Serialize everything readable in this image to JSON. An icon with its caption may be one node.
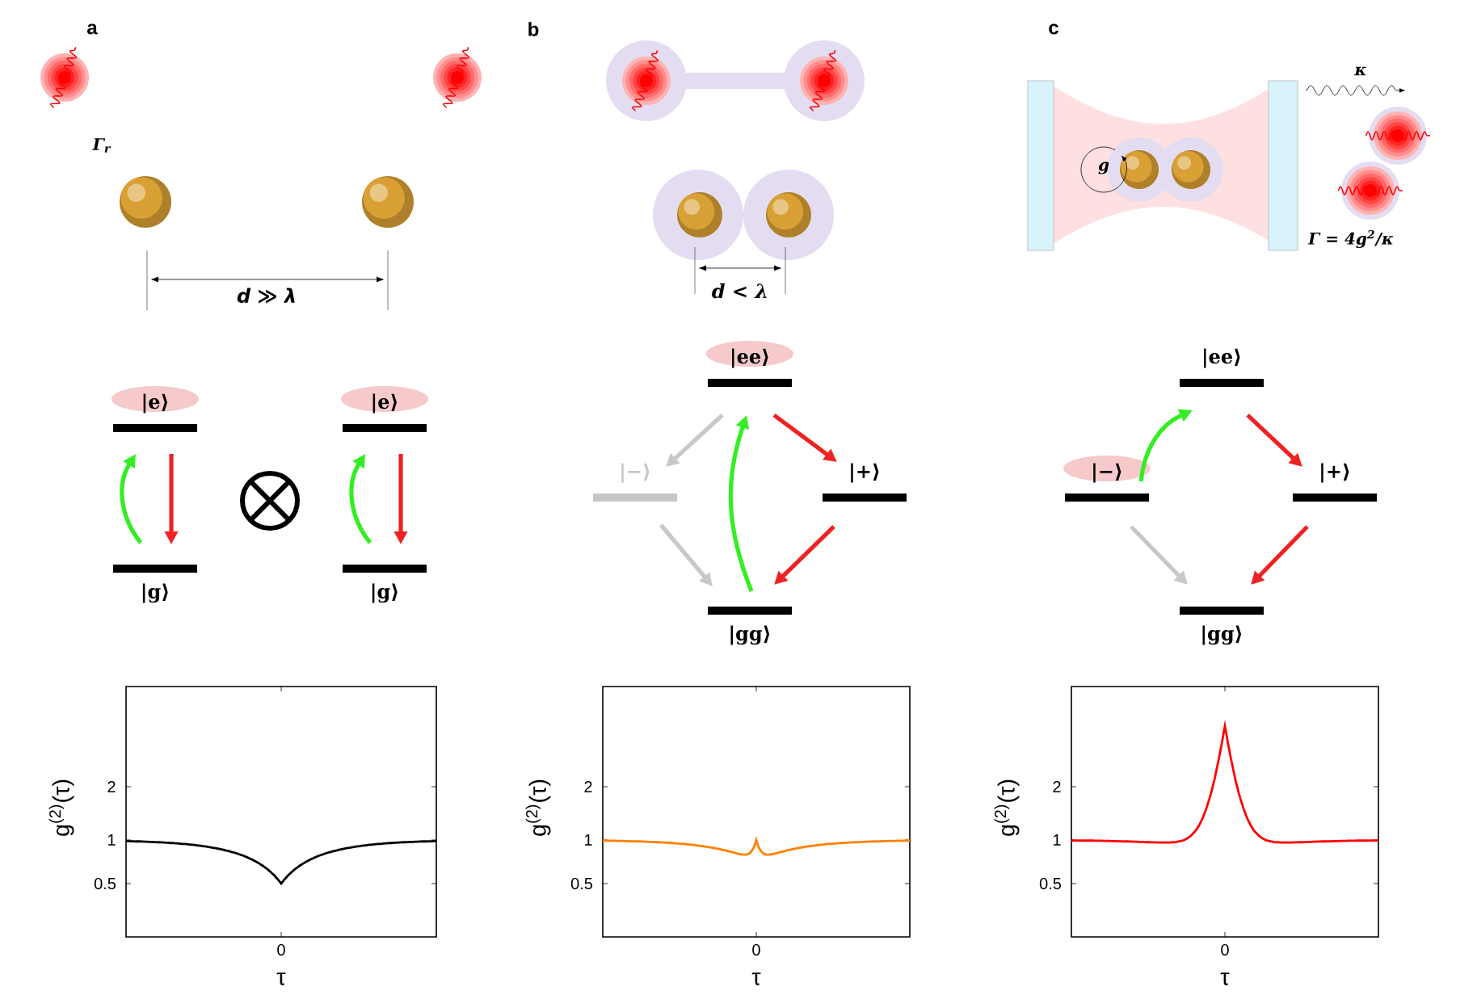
{
  "diagram": {
    "nodes": [
      {
        "text": [
          "|e⟩"
        ]
      },
      {
        "text": [
          "|g⟩"
        ]
      },
      {
        "text": [
          "|e⟩"
        ]
      },
      {
        "text": [
          "|g⟩"
        ]
      },
      {
        "text": [
          "|ee⟩"
        ]
      },
      {
        "text": [
          "|−⟩"
        ]
      },
      {
        "text": [
          "|+⟩"
        ]
      },
      {
        "text": [
          "|gg⟩"
        ]
      },
      {
        "text": [
          "|ee⟩"
        ]
      },
      {
        "text": [
          "|−⟩"
        ]
      },
      {
        "text": [
          "|+⟩"
        ]
      },
      {
        "text": [
          "|gg⟩"
        ]
      }
    ],
    "edges": [
      {
        "from": 1,
        "to": 0,
        "arrow": "to",
        "color": "#33ee22"
      },
      {
        "from": 0,
        "to": 1,
        "arrow": "to"
      },
      {
        "from": 3,
        "to": 2,
        "arrow": "to",
        "color": "#33ee22"
      },
      {
        "from": 2,
        "to": 3,
        "arrow": "to"
      },
      {
        "from": 4,
        "to": 5,
        "arrow": "to",
        "color": "#c8c8c8"
      },
      {
        "from": 5,
        "to": 7,
        "arrow": "to",
        "color": "#c8c8c8"
      },
      {
        "from": 7,
        "to": 4,
        "arrow": "to",
        "color": "#33ee22"
      },
      {
        "from": 4,
        "to": 6,
        "arrow": "to"
      },
      {
        "from": 6,
        "to": 7,
        "arrow": "to"
      },
      {
        "from": 9,
        "to": 8,
        "arrow": "to",
        "color": "#33ee22"
      },
      {
        "from": 8,
        "to": 10,
        "arrow": "to"
      },
      {
        "from": 10,
        "to": 11,
        "arrow": "to"
      },
      {
        "from": 9,
        "to": 11,
        "arrow": "to",
        "color": "#c8c8c8"
      }
    ],
    "labels": [
      "a",
      "b",
      "c",
      "Γ$_{r}$",
      "d ≫ λ",
      "d < λ",
      "κ",
      "g",
      "Γ = 4g$^{2}$/κ",
      "g$^{(2)}$(τ)",
      "2",
      "1",
      "0.5",
      "0",
      "τ",
      "g$^{(2)}$(τ)",
      "2",
      "1",
      "0.5",
      "0",
      "τ",
      "g$^{(2)}$(τ)",
      "2",
      "1",
      "0.5",
      "0",
      "τ"
    ]
  }
}
